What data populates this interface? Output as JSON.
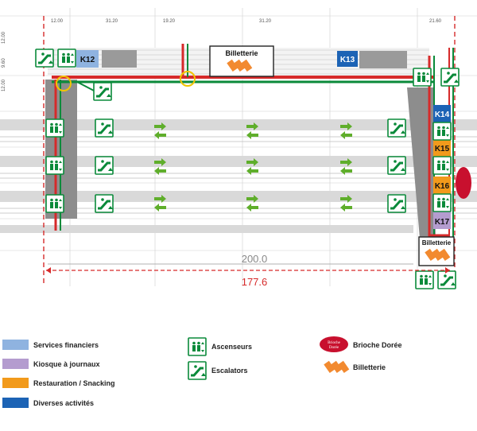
{
  "kiosks": [
    "K12",
    "K13",
    "K14",
    "K15",
    "K16",
    "K17"
  ],
  "ticket_label": "Billetterie",
  "dim_outer": "200.0",
  "dim_inner": "177.6",
  "top_ticks": [
    "12.00",
    "31.20",
    "19.20",
    "31.20",
    "21.60"
  ],
  "left_ticks": [
    "12.00",
    "9.60",
    "12.00"
  ],
  "brioche_brand": "Brioche Dorée",
  "colors": {
    "services_financiers": "#8fb3e0",
    "kiosque_journaux": "#b49ccf",
    "restauration": "#f29a1b",
    "diverses": "#1c63b5",
    "green": "#0a8a3a",
    "red": "#d62a2a"
  },
  "legend": {
    "services_financiers": "Services financiers",
    "kiosque": "Kiosque à journaux",
    "restauration": "Restauration / Snacking",
    "diverses": "Diverses activités",
    "ascenseurs": "Ascenseurs",
    "escalators": "Escalators",
    "brioche": "Brioche Dorée",
    "billetterie": "Billetterie"
  }
}
